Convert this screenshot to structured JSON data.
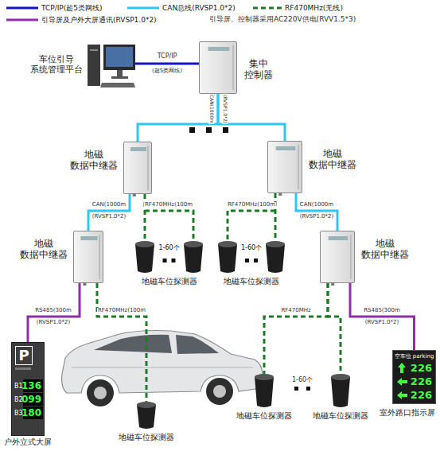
{
  "diagram": {
    "nodes": [
      {
        "text": [
          "车位引导 系统管理平台"
        ]
      },
      {
        "text": [
          "集中 控制器"
        ]
      },
      {
        "text": [
          "地磁 数据中继器"
        ]
      },
      {
        "text": [
          "地磁 数据中继器"
        ]
      },
      {
        "text": [
          "1-60个",
          "地磁车位探测器"
        ]
      },
      {
        "text": [
          "1-60个",
          "地磁车位探测器"
        ]
      },
      {
        "text": [
          "地磁 数据中继器"
        ]
      },
      {
        "text": [
          "地磁 数据中继器"
        ]
      },
      {
        "text": [
          "P",
          "B1",
          "136",
          "B2",
          "099",
          "B3",
          "180",
          "户外立式大屏"
        ]
      },
      {
        "text": [
          "地磁车位探测器"
        ]
      },
      {
        "text": [
          "地磁车位探测器"
        ]
      },
      {
        "text": [
          "地磁车位探测器"
        ]
      },
      {
        "text": [
          "空车位 parking",
          "226",
          "226",
          "226",
          "室外路口指示屏"
        ]
      }
    ],
    "edges": [
      {
        "from": 0,
        "to": 1,
        "arrow": "none",
        "label": "TCP/IP"
      },
      {
        "from": 1,
        "to": 2,
        "arrow": "none"
      },
      {
        "from": 1,
        "to": 3,
        "arrow": "none"
      },
      {
        "from": 2,
        "to": 6,
        "arrow": "none",
        "label": "CAN(1000m"
      },
      {
        "from": 2,
        "to": 4,
        "arrow": "none",
        "label": "RF470MHz(100m"
      },
      {
        "from": 3,
        "to": 5,
        "arrow": "none",
        "label": "RF470MHz(100m"
      },
      {
        "from": 3,
        "to": 7,
        "arrow": "none",
        "label": "CAN(1000m"
      },
      {
        "from": 6,
        "to": 8,
        "arrow": "none",
        "label": "RS485(300m"
      },
      {
        "from": 6,
        "to": 9,
        "arrow": "none",
        "label": "RF470MHz(100m"
      },
      {
        "from": 7,
        "to": 10,
        "arrow": "none",
        "label": "RF470MHz"
      },
      {
        "from": 7,
        "to": 11,
        "arrow": "none"
      },
      {
        "from": 7,
        "to": 12,
        "arrow": "none",
        "label": "RS485(300m"
      }
    ],
    "labels": [
      "(超5类网线)",
      "CAN(1000m",
      "(RVSP1.0*2)",
      "(RVSP1.0*2)",
      "(RVSP1.0*2)",
      "(RVSP1.0*2)",
      "(RVSP1.0*2)",
      "1-60个",
      "引导屏、控制器采用AC220V供电(RVV1.5*3)"
    ],
    "legend": [
      {
        "text": "TCP/IP(超5类网线)"
      },
      {
        "text": "CAN总线(RVSP1.0*2)"
      },
      {
        "text": "RF470MHz(无线)"
      },
      {
        "text": "引导屏及户外大屏通讯(RVSP1.0*2)"
      }
    ]
  }
}
